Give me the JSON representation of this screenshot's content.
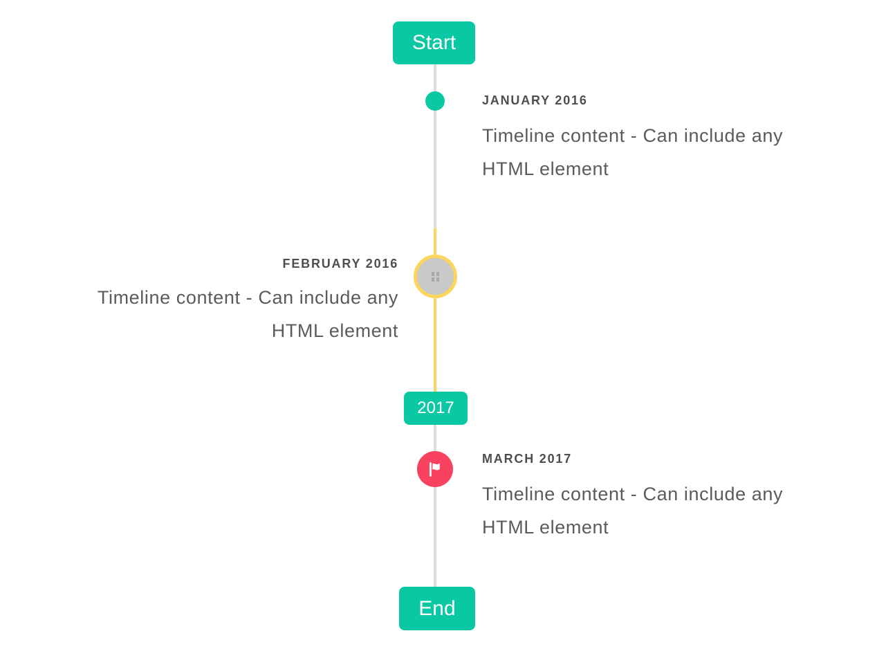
{
  "timeline": {
    "start_badge": "Start",
    "period_badge": "2017",
    "end_badge": "End",
    "items": [
      {
        "title": "JANUARY 2016",
        "content_lines": [
          "Timeline content - Can include any",
          "HTML element"
        ],
        "side": "right",
        "marker": "teal-dot"
      },
      {
        "title": "FEBRUARY 2016",
        "content_lines": [
          "Timeline content - Can include any",
          "HTML element"
        ],
        "side": "left",
        "marker": "broken-image-circle"
      },
      {
        "title": "MARCH 2017",
        "content_lines": [
          "Timeline content - Can include any",
          "HTML element"
        ],
        "side": "right",
        "marker": "red-flag-circle"
      }
    ],
    "colors": {
      "teal": "#0bc8a5",
      "red": "#f8425f",
      "yellow": "#fbd55c",
      "line_gray": "#dedede",
      "marker_gray": "#c9c9c9",
      "title_text": "#4e4e4e",
      "content_text": "#5b5b5b",
      "background": "#ffffff"
    }
  }
}
